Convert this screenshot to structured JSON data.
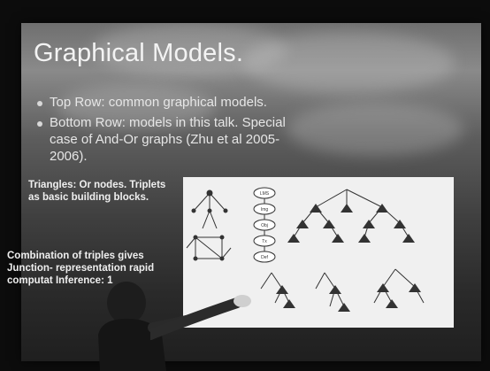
{
  "slide": {
    "title": "Graphical Models.",
    "bullets": [
      "Top Row: common graphical models.",
      "Bottom Row: models in this talk. Special case of And-Or graphs (Zhu et al 2005-2006)."
    ],
    "note_triangles": "Triangles: Or nodes. Triplets as basic building blocks.",
    "note_combination": "Combination of triples gives Junction- representation rapid computat Inference: 1"
  },
  "figure": {
    "chain_labels": [
      "LMS",
      "Img",
      "Obj",
      "Tx",
      "Def"
    ]
  }
}
